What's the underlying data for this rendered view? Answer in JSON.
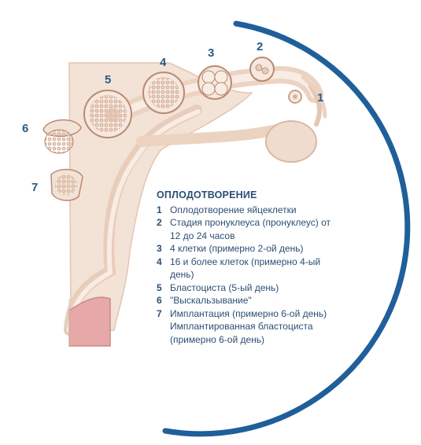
{
  "legend": {
    "title": "ОПЛОДОТВОРЕНИЕ",
    "items": [
      {
        "num": "1",
        "text": "Оплодотворение яйцеклетки"
      },
      {
        "num": "2",
        "text": "Стадия пронуклеуса (пронуклеус) от 12 до 24 часов"
      },
      {
        "num": "3",
        "text": "4 клетки (примерно 2-ой день)"
      },
      {
        "num": "4",
        "text": "16 и более клеток (примерно 4-ый день)"
      },
      {
        "num": "5",
        "text": "Бластоциста (5-ый день)"
      },
      {
        "num": "6",
        "text": "\"Выскальзывание\""
      },
      {
        "num": "7",
        "text": "Имплантация (примерно 6-ой день)"
      },
      {
        "num": "",
        "text": "Имплантированная бластоциста (примерно 6-ой день)"
      }
    ]
  },
  "stage_labels": [
    "1",
    "2",
    "3",
    "4",
    "5",
    "6",
    "7"
  ],
  "colors": {
    "arc": "#1f5f9a",
    "tissue": "#f4e3d7",
    "tissue_edge": "#e6c9b6",
    "cell": "#f6e8df",
    "cell_edge": "#c08e74",
    "label": "#2b5b86"
  }
}
